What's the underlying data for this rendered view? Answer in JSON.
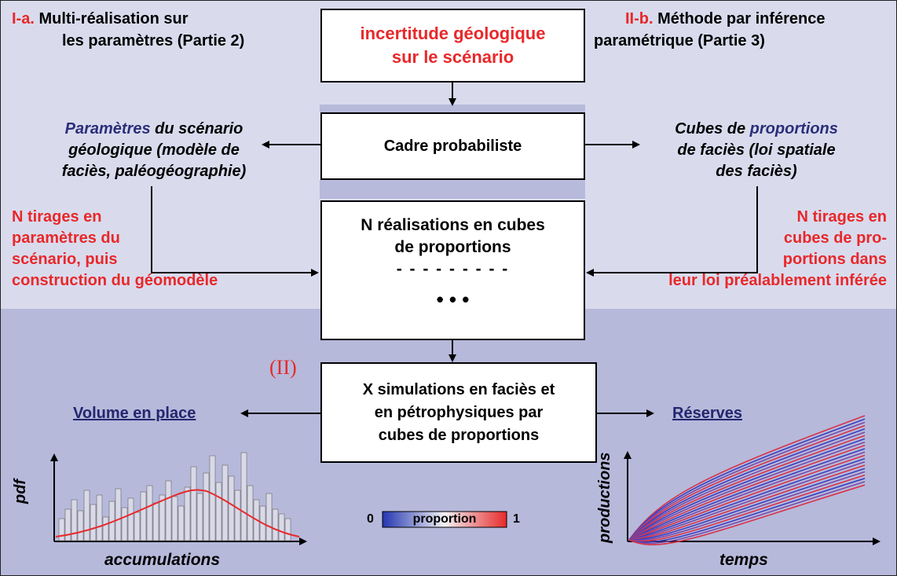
{
  "colors": {
    "red": "#e8282a",
    "navy": "#2b2e7a",
    "top_bg": "#d9dbed",
    "bottom_bg": "#b6b9da"
  },
  "left_header": {
    "tag": "I-a.",
    "line1": "Multi-réalisation sur",
    "line2": "les paramètres (Partie 2)"
  },
  "right_header": {
    "tag": "II-b.",
    "line1": "Méthode par inférence",
    "line2": "paramétrique (Partie 3)"
  },
  "box_uncertainty": {
    "line1": "incertitude géologique",
    "line2": "sur le scénario"
  },
  "box_framework": {
    "label": "Cadre probabiliste"
  },
  "box_realizations": {
    "line1": "N réalisations en cubes",
    "line2": "de proportions",
    "dashes": "- - - - - - - - -",
    "ellipsis": "• • •"
  },
  "box_simulations": {
    "line1": "X simulations en faciès et",
    "line2": "en pétrophysiques par",
    "line3": "cubes de proportions"
  },
  "left_params": {
    "word": "Paramètres",
    "rest1": " du scénario",
    "line2": "géologique (modèle de",
    "line3": "faciès, paléogéographie)"
  },
  "right_cubes": {
    "pre": "Cubes de ",
    "word": "proportions",
    "line2": "de faciès (loi spatiale",
    "line3": "des faciès)"
  },
  "left_draws": {
    "lines": [
      "N tirages en",
      "paramètres du",
      "scénario, puis",
      "construction du géomodèle"
    ]
  },
  "right_draws": {
    "lines": [
      "N tirages en",
      "cubes de pro-",
      "portions dans",
      "leur loi préalablement inférée"
    ]
  },
  "marker": "(II)",
  "volume_label": "Volume en place",
  "reserves_label": "Réserves",
  "hist": {
    "ylabel": "pdf",
    "xlabel": "accumulations"
  },
  "prod": {
    "ylabel": "productions",
    "xlabel": "temps"
  },
  "colorbar": {
    "min": "0",
    "label": "proportion",
    "max": "1"
  }
}
